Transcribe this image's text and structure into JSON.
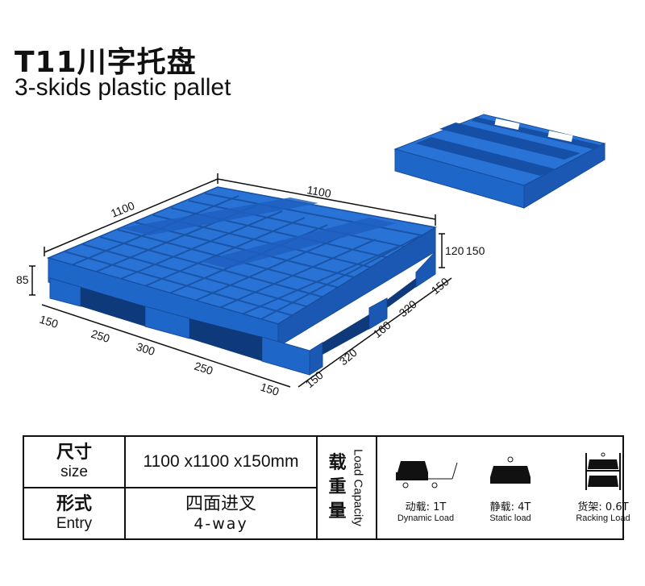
{
  "title": {
    "cn": "T11川字托盘",
    "en": "3-skids plastic pallet"
  },
  "dimensions": {
    "length_left": "1100",
    "length_right": "1100",
    "height_left": "85",
    "height_inner": "120",
    "height_outer": "150",
    "front": [
      "150",
      "250",
      "300",
      "250",
      "150"
    ],
    "side": [
      "150",
      "320",
      "160",
      "320",
      "150"
    ]
  },
  "spec": {
    "size_cn": "尺寸",
    "size_en": "size",
    "size_value": "1100 x1100 x150mm",
    "entry_cn": "形式",
    "entry_en": "Entry",
    "entry_value_cn": "四面进叉",
    "entry_value_en": "4-way",
    "capacity_cn": [
      "载",
      "重",
      "量"
    ],
    "capacity_en": "Load Capacity"
  },
  "loads": [
    {
      "cn": "动载: 1T",
      "en": "Dynamic Load",
      "icon": "dynamic-load-icon"
    },
    {
      "cn": "静载: 4T",
      "en": "Static load",
      "icon": "static-load-icon"
    },
    {
      "cn": "货架: 0.6T",
      "en": "Racking Load",
      "icon": "racking-load-icon"
    }
  ],
  "colors": {
    "pallet": "#1f66c9",
    "pallet_dark": "#1550a6",
    "pallet_light": "#3a83e0"
  }
}
